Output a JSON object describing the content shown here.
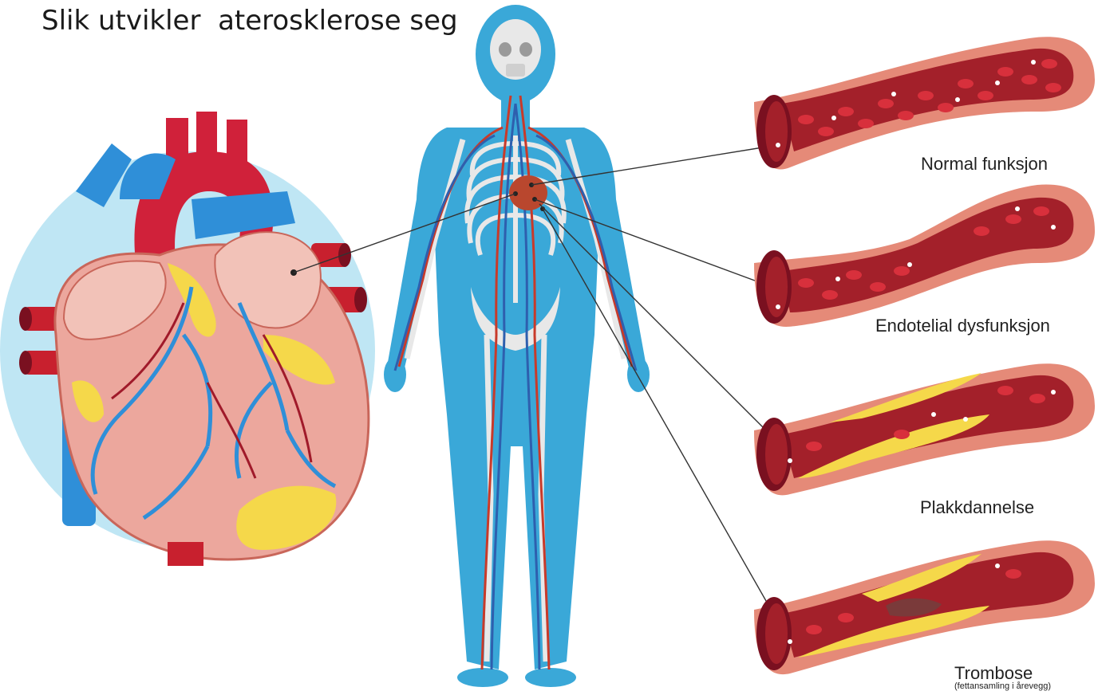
{
  "title": "Slik utvikler  aterosklerose seg",
  "stages": [
    {
      "label": "Normal funksjon",
      "sublabel": ""
    },
    {
      "label": "Endotelial dysfunksjon",
      "sublabel": ""
    },
    {
      "label": "Plakkdannelse",
      "sublabel": ""
    },
    {
      "label": "Trombose",
      "sublabel": "(fettansamling i årevegg)"
    }
  ],
  "colors": {
    "vessel_wall": "#e58a78",
    "vessel_inner_wall": "#f3b3a3",
    "lumen": "#a3202a",
    "red_cell": "#d8303c",
    "plaque": "#f5d84a",
    "body": "#3aa8d8",
    "bone": "#e8e8e8",
    "artery": "#c83a2a",
    "vein": "#2e5fae",
    "heart": "#eca79d",
    "heart_bg": "#bfe6f4"
  }
}
